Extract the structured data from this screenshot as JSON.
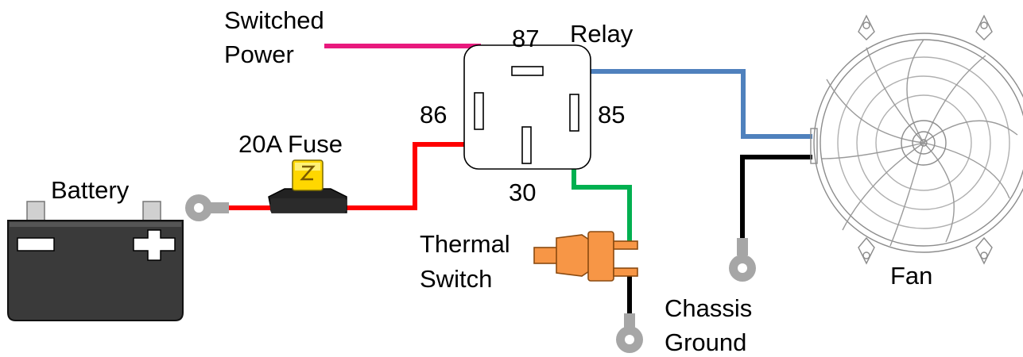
{
  "labels": {
    "switched_line1": "Switched",
    "switched_line2": "Power",
    "pin87": "87",
    "relay": "Relay",
    "pin86": "86",
    "pin85": "85",
    "pin30": "30",
    "fuse": "20A Fuse",
    "battery": "Battery",
    "thermal_line1": "Thermal",
    "thermal_line2": "Switch",
    "chassis_line1": "Chassis",
    "chassis_line2": "Ground",
    "fan": "Fan"
  },
  "colors": {
    "power_wire": "#ff0000",
    "switched_wire": "#e8197d",
    "fan_wire": "#4f81bd",
    "thermal_wire": "#00b050",
    "ground_wire": "#000000",
    "thermal_switch": "#f79646",
    "fuse_element": "#ffd700",
    "terminal": "#a6a6a6",
    "battery_body": "#3a3a3a"
  },
  "icons": {
    "battery": "battery-icon",
    "fuse": "blade-fuse-icon",
    "relay": "relay-icon",
    "thermal_switch": "thermal-switch-icon",
    "fan": "radiator-fan-icon",
    "terminal": "ring-terminal-icon"
  }
}
